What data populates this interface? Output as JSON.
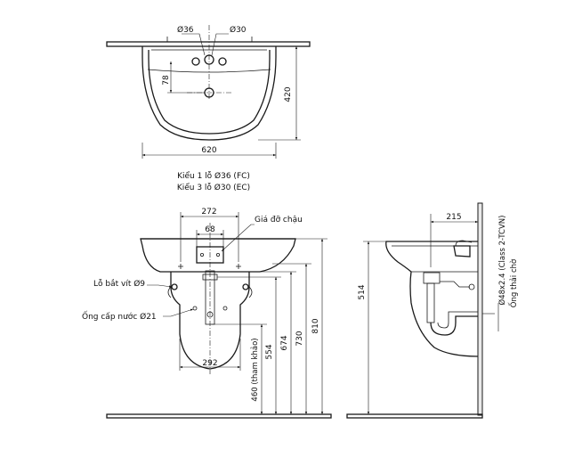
{
  "top_view": {
    "dims": {
      "hole_36": "Ø36",
      "hole_30": "Ø30",
      "depth_78": "78",
      "depth_420": "420",
      "width_620": "620"
    }
  },
  "captions": {
    "line1": "Kiểu 1 lỗ Ø36 (FC)",
    "line2": "Kiểu 3 lỗ Ø30 (EC)"
  },
  "front_view": {
    "dims": {
      "w_272": "272",
      "w_68": "68",
      "w_292": "292",
      "h_460": "460 (tham khảo)",
      "h_554": "554",
      "h_674": "674",
      "h_730": "730",
      "h_810": "810"
    },
    "labels": {
      "bracket": "Giá đỡ chậu",
      "bolt": "Lỗ bắt vít Ø9",
      "supply": "Ống cấp nước Ø21"
    }
  },
  "side_view": {
    "dims": {
      "d_215": "215",
      "h_514": "514"
    },
    "labels": {
      "drain_spec": "Ø48x2.4 (Class 2-TCVN)",
      "drain_pipe": "Ống thải chờ"
    }
  }
}
